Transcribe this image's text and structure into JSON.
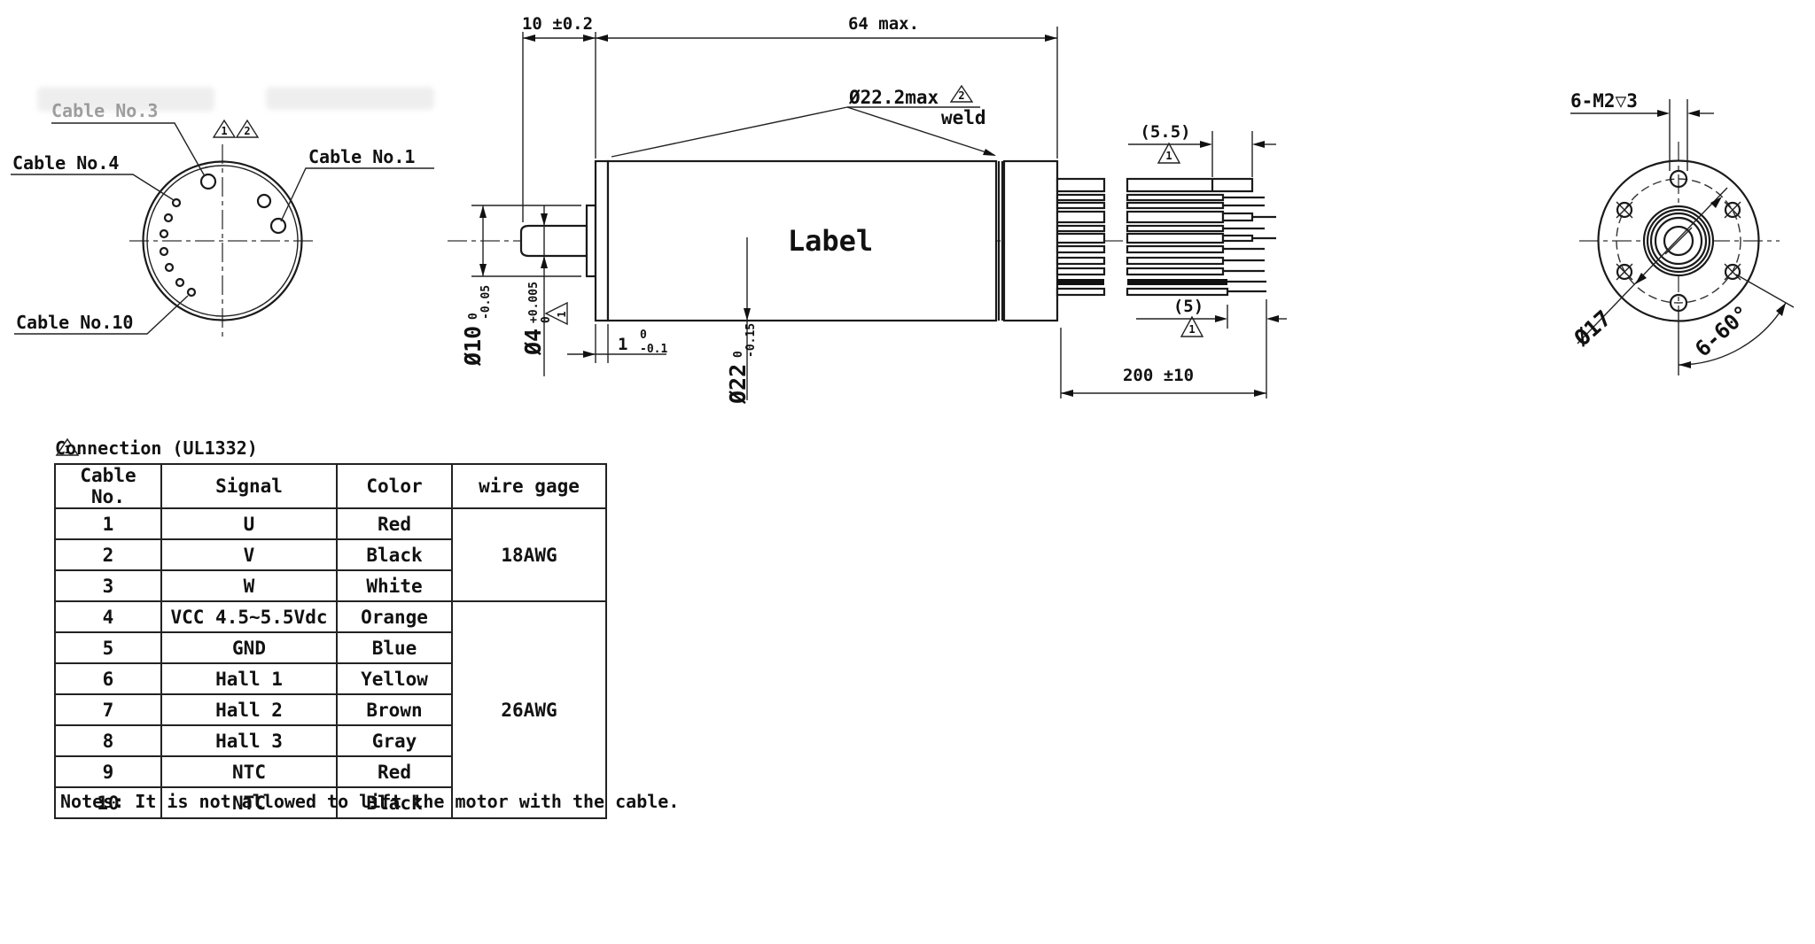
{
  "flags": {
    "one": "1",
    "two": "2"
  },
  "left_view": {
    "cable1": "Cable No.1",
    "cable3": "Cable No.3",
    "cable4": "Cable No.4",
    "cable10": "Cable No.10"
  },
  "front_view": {
    "shaft_len": "10 ±0.2",
    "body_len": "64 max.",
    "weld_dia": "Ø22.2max",
    "weld": "weld",
    "body_label": "Label",
    "phi10": {
      "v": "Ø10",
      "t": "0",
      "b": "-0.05"
    },
    "phi4": {
      "v": "Ø4",
      "t": "+0.005",
      "b": "0"
    },
    "step": {
      "v": "1",
      "t": "0",
      "b": "-0.1"
    },
    "phi22": {
      "v": "Ø22",
      "t": "0",
      "b": "-0.15"
    },
    "strip_a": "(5.5)",
    "strip_b": "(5)",
    "cable_len": "200 ±10"
  },
  "rear_view": {
    "screws": "6-M2▽3",
    "pitch_dia": "Ø17",
    "angle": "6-60°"
  },
  "connection_table": {
    "title": "Connection (UL1332)",
    "headers": [
      "Cable No.",
      "Signal",
      "Color",
      "wire gage"
    ],
    "rows": [
      {
        "no": "1",
        "signal": "U",
        "color": "Red"
      },
      {
        "no": "2",
        "signal": "V",
        "color": "Black"
      },
      {
        "no": "3",
        "signal": "W",
        "color": "White"
      },
      {
        "no": "4",
        "signal": "VCC 4.5~5.5Vdc",
        "color": "Orange"
      },
      {
        "no": "5",
        "signal": "GND",
        "color": "Blue"
      },
      {
        "no": "6",
        "signal": "Hall 1",
        "color": "Yellow"
      },
      {
        "no": "7",
        "signal": "Hall 2",
        "color": "Brown"
      },
      {
        "no": "8",
        "signal": "Hall 3",
        "color": "Gray"
      },
      {
        "no": "9",
        "signal": "NTC",
        "color": "Red"
      },
      {
        "no": "10",
        "signal": "NTC",
        "color": "Black"
      }
    ],
    "wire_gage": [
      "18AWG",
      "26AWG"
    ]
  },
  "notes": "Notes: It is not allowed to lift the motor with the cable."
}
